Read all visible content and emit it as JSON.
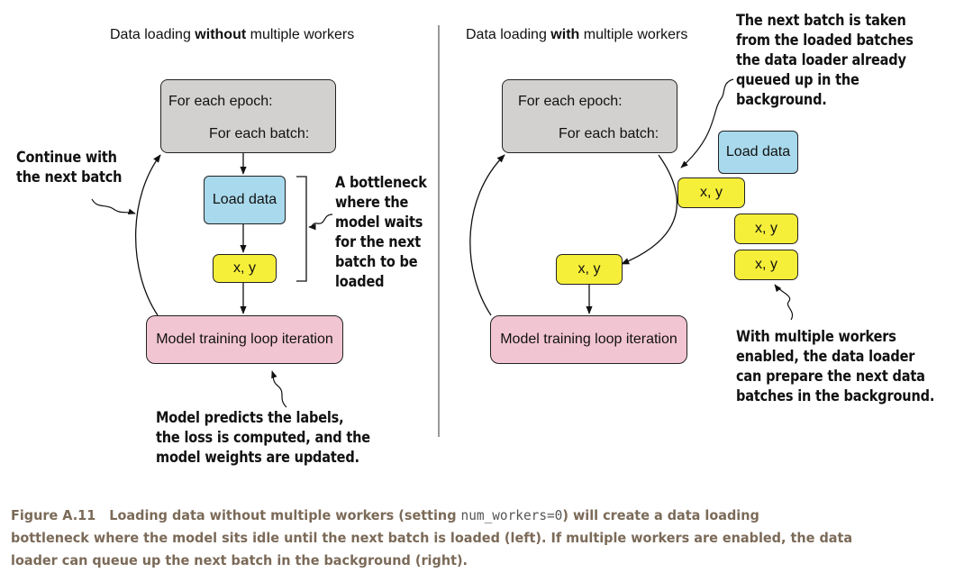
{
  "left_panel": {
    "title_pre": "Data loading ",
    "title_bold": "without",
    "title_post": " multiple workers",
    "epoch_line1": "For each epoch:",
    "epoch_line2": "For each batch:",
    "load_data": "Load data",
    "batch": "x, y",
    "training_loop": "Model training loop iteration",
    "note_continue": [
      "Continue with",
      "the next batch"
    ],
    "note_bottleneck": [
      "A bottleneck",
      "where the",
      "model waits",
      "for the next",
      "batch to be",
      "loaded"
    ],
    "note_predicts": [
      "Model predicts the labels,",
      "the loss is computed, and the",
      "model weights are updated."
    ]
  },
  "right_panel": {
    "title_pre": "Data loading ",
    "title_bold": "with",
    "title_post": " multiple workers",
    "epoch_line1": "For each epoch:",
    "epoch_line2": "For each batch:",
    "load_data": "Load data",
    "batch": "x, y",
    "queued_batch_1": "x, y",
    "queued_batch_2": "x, y",
    "queued_batch_3": "x, y",
    "training_loop": "Model training loop iteration",
    "note_next_batch": [
      "The next batch is taken",
      "from the loaded batches",
      "the data loader already",
      "queued up in the",
      "background."
    ],
    "note_workers": [
      "With multiple workers",
      "enabled, the data loader",
      "can prepare the next data",
      "batches in the background."
    ]
  },
  "caption": {
    "label": "Figure A.11",
    "text_1": "Loading data without multiple workers (setting ",
    "code": "num_workers=0",
    "text_2": ") will create a data loading",
    "line_2": "bottleneck where the model sits idle until the next batch is loaded (left). If multiple workers are enabled, the data",
    "line_3": "loader can queue up the next batch in the background (right)."
  }
}
